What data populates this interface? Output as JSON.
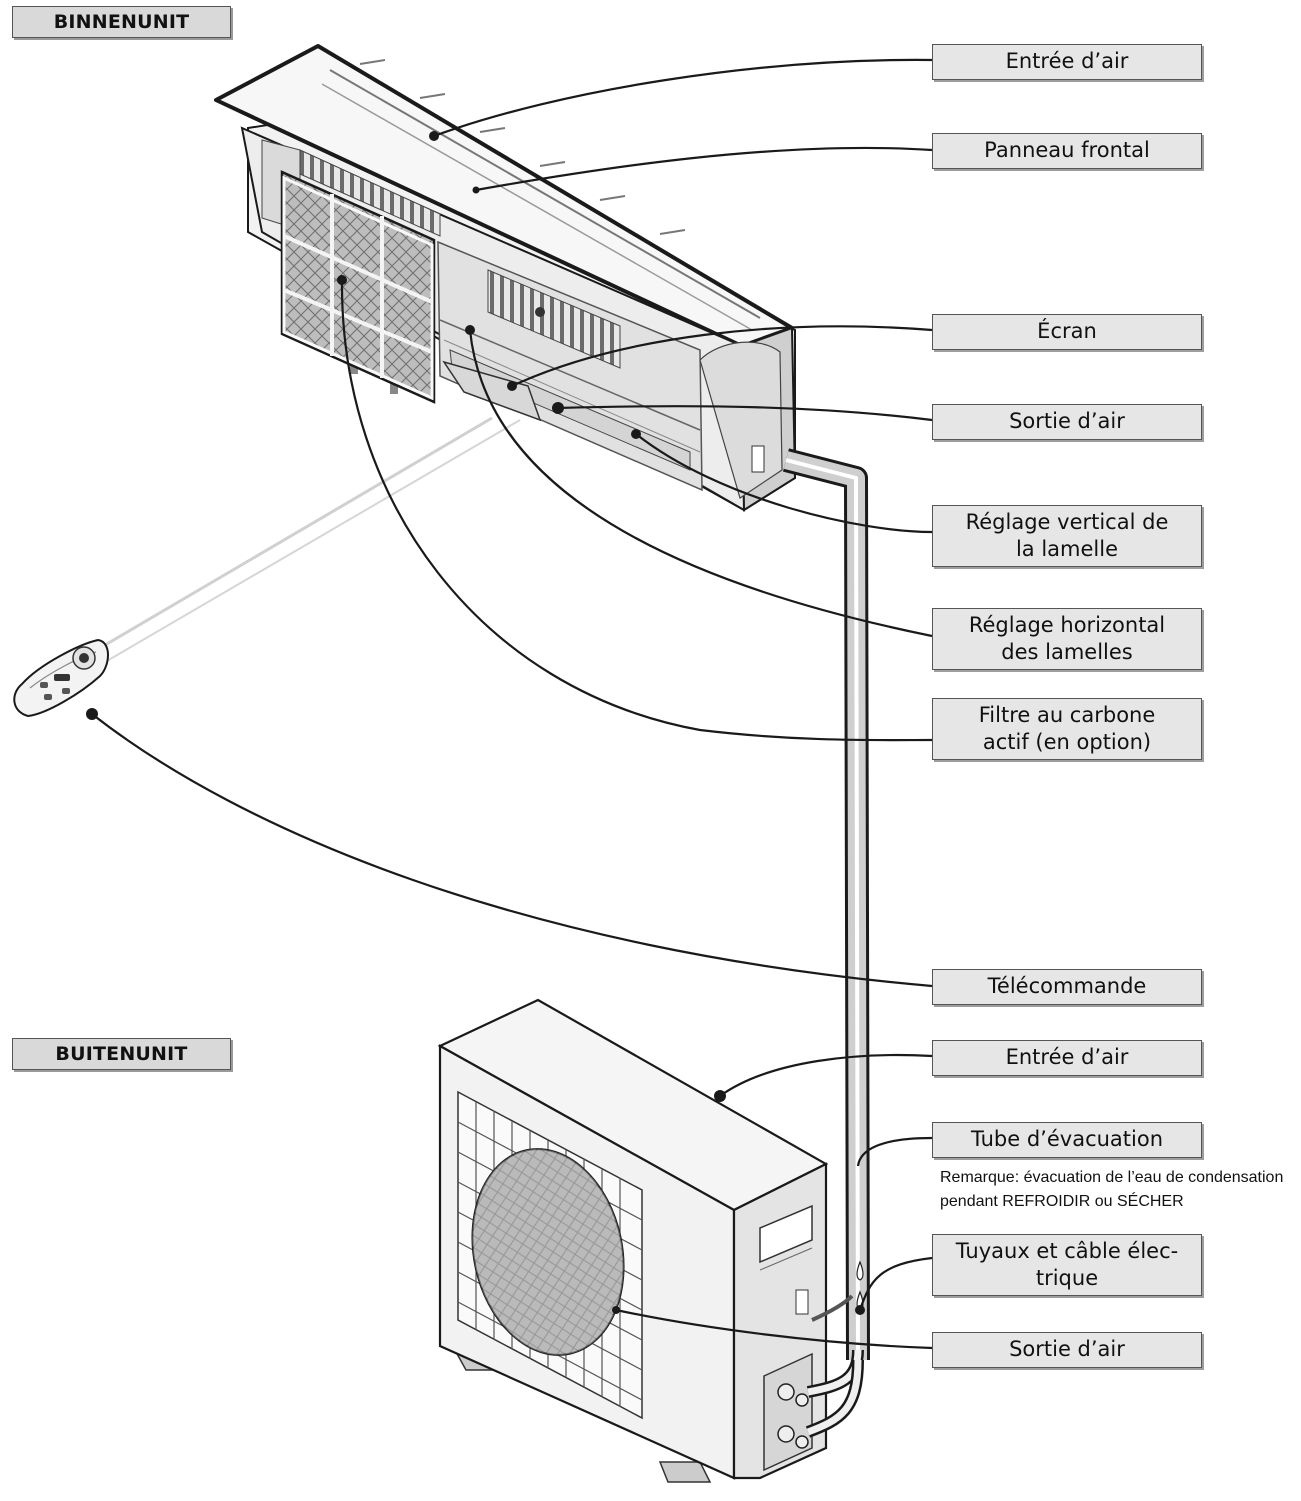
{
  "indoor_unit": {
    "heading": "BINNENUNIT",
    "labels": {
      "air_inlet": "Entrée d’air",
      "front_panel": "Panneau frontal",
      "display": "Écran",
      "air_outlet": "Sortie d’air",
      "vertical_louver": "Réglage vertical de\nla lamelle",
      "horizontal_louvers": "Réglage horizontal\ndes lamelles",
      "carbon_filter": "Filtre au carbone\nactif (en option)",
      "remote_control": "Télécommande"
    }
  },
  "outdoor_unit": {
    "heading": "BUITENUNIT",
    "labels": {
      "air_inlet": "Entrée d’air",
      "drain_tube": "Tube d’évacuation",
      "drain_note": "Remarque: évacuation de l’eau de condensation pendant REFROIDIR ou SÉCHER",
      "pipes_cable": "Tuyaux et câble élec-\ntrique",
      "air_outlet": "Sortie d’air"
    }
  },
  "colors": {
    "line": "#1a1a1a",
    "label_fill": "#e6e6e6",
    "heading_fill": "#d9d9d9",
    "unit_body": "#f4f4f4",
    "shade": "#cfcfcf"
  },
  "icons": [
    "indoor-unit-drawing",
    "outdoor-unit-drawing",
    "remote-control-drawing",
    "fan-grille-icon"
  ]
}
